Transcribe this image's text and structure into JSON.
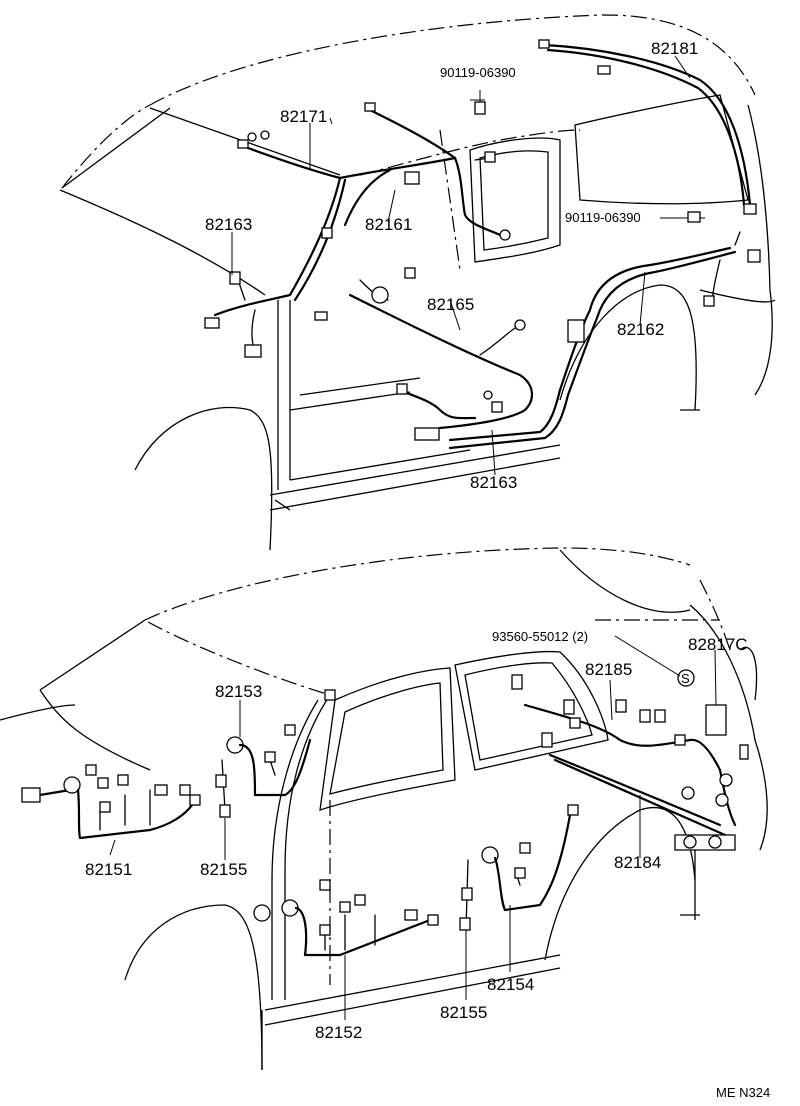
{
  "upper_view": {
    "labels": {
      "l82181": "82181",
      "l90119_a": "90119-06390",
      "l82171": "82171",
      "l82163_a": "82163",
      "l82161": "82161",
      "l90119_b": "90119-06390",
      "l82165": "82165",
      "l82162": "82162",
      "l82163_b": "82163"
    }
  },
  "lower_view": {
    "labels": {
      "l93560": "93560-55012 (2)",
      "l82817C": "82817C",
      "l82185": "82185",
      "l82153": "82153",
      "l82151": "82151",
      "l82155_a": "82155",
      "l82184": "82184",
      "l82152": "82152",
      "l82154": "82154",
      "l82155_b": "82155",
      "clip_symbol": "S"
    }
  },
  "figure_code": "ME N324"
}
